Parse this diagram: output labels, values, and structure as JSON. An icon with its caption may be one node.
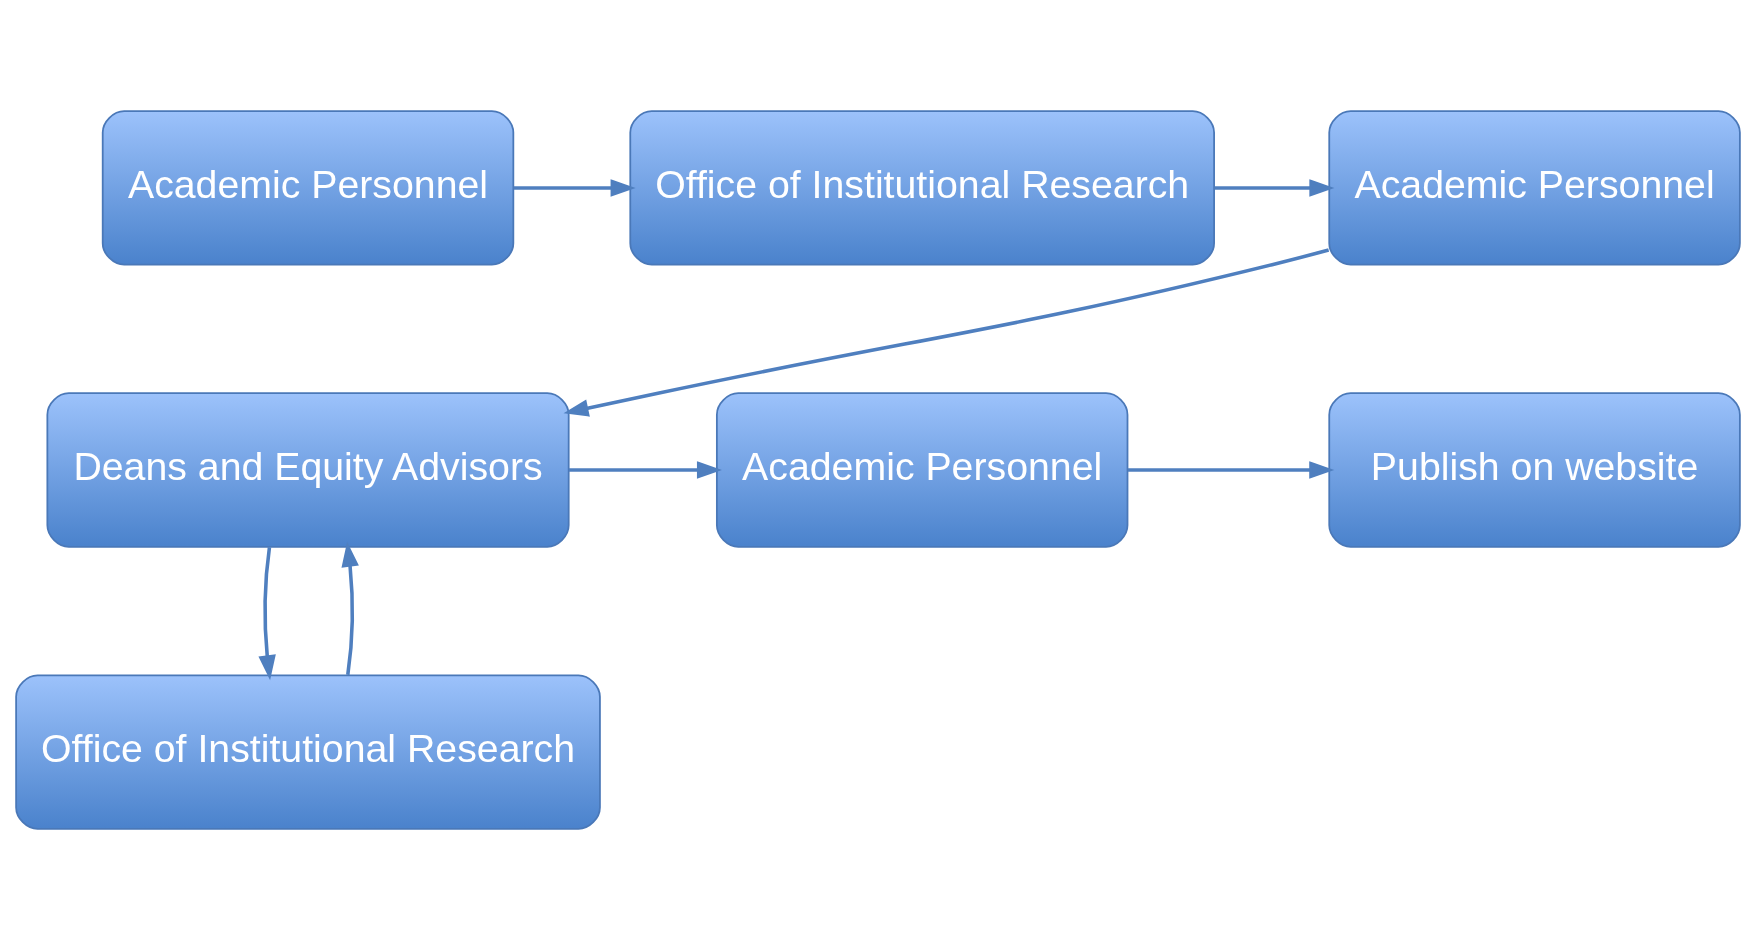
{
  "diagram": {
    "nodes": [
      {
        "text": [
          "Academic Personnel"
        ]
      },
      {
        "text": [
          "Office of Institutional Research"
        ]
      },
      {
        "text": [
          "Academic Personnel"
        ]
      },
      {
        "text": [
          "Deans and Equity Advisors"
        ]
      },
      {
        "text": [
          "Academic Personnel"
        ]
      },
      {
        "text": [
          "Publish on website"
        ]
      },
      {
        "text": [
          "Office of Institutional Research"
        ]
      }
    ],
    "edges": [
      {
        "from": 0,
        "to": 1,
        "arrow": "to"
      },
      {
        "from": 1,
        "to": 2,
        "arrow": "to"
      },
      {
        "from": 2,
        "to": 3,
        "arrow": "to"
      },
      {
        "from": 3,
        "to": 4,
        "arrow": "to"
      },
      {
        "from": 4,
        "to": 5,
        "arrow": "to"
      },
      {
        "from": 3,
        "to": 6,
        "arrow": "to"
      },
      {
        "from": 6,
        "to": 3,
        "arrow": "to"
      }
    ]
  }
}
